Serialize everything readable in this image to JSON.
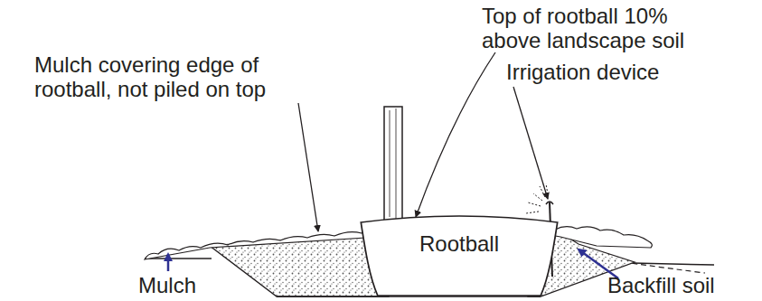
{
  "diagram": {
    "nodes": [
      {
        "text": [
          "Rootball"
        ]
      }
    ],
    "labels": [
      "Mulch covering edge of rootball, not piled on top",
      "Top of rootball 10% above landscape soil",
      "Irrigation device",
      "Mulch",
      "Backfill soil"
    ]
  }
}
